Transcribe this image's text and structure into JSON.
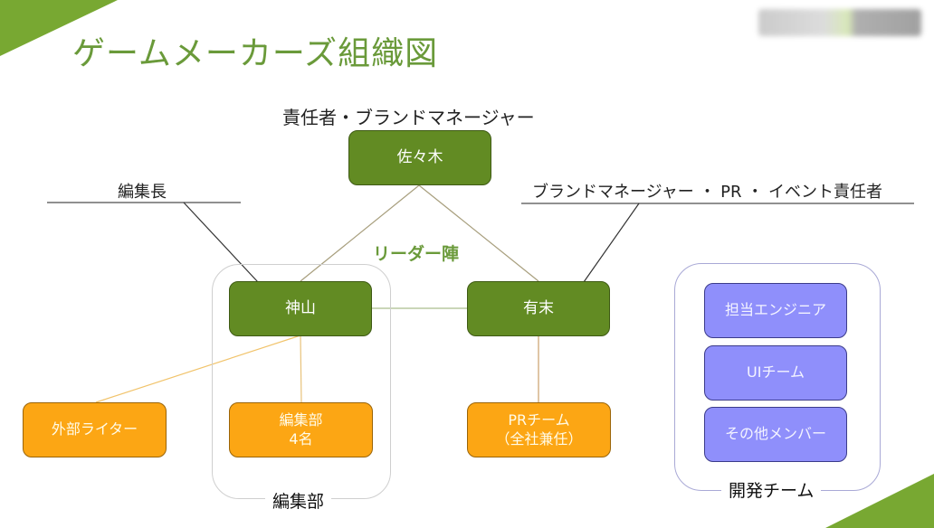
{
  "title": "ゲームメーカーズ組織図",
  "logo": {
    "alt": "company-logo (blurred)"
  },
  "colors": {
    "accent_green": "#78a832",
    "leader_node": "#628b23",
    "team_node": "#fca614",
    "dev_node": "#8f8ffb",
    "title_text": "#6a9a3a"
  },
  "role_labels": {
    "top": "責任者・ブランドマネージャー",
    "left": "編集長",
    "right": "ブランドマネージャー ・ PR ・ イベント責任者"
  },
  "leaders_label": "リーダー陣",
  "nodes": {
    "sasaki": "佐々木",
    "kamiyama": "神山",
    "arisue": "有末",
    "external_writer": "外部ライター",
    "editorial_line1": "編集部",
    "editorial_line2": "4名",
    "pr_line1": "PRチーム",
    "pr_line2": "（全社兼任）",
    "engineer": "担当エンジニア",
    "ui_team": "UIチーム",
    "other_members": "その他メンバー"
  },
  "groups": {
    "editorial": "編集部",
    "development": "開発チーム"
  }
}
